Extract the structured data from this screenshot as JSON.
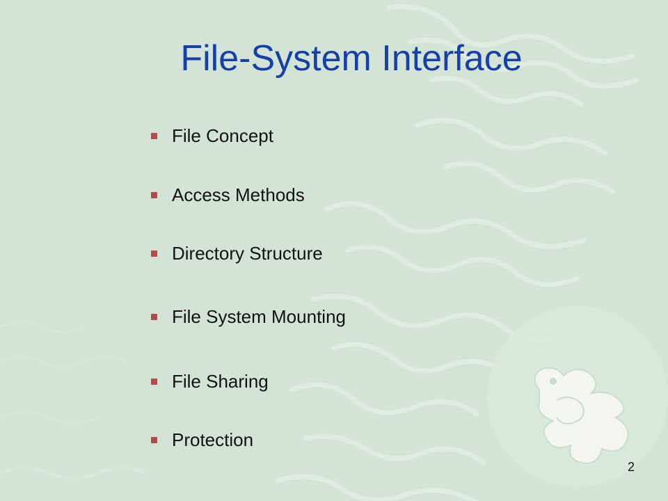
{
  "slide": {
    "title": "File-System Interface",
    "page_number": "2",
    "bullets": [
      "File Concept",
      "Access Methods",
      "Directory Structure",
      "File System Mounting",
      "File Sharing",
      "Protection"
    ]
  },
  "colors": {
    "background": "#d3e4d6",
    "title": "#1540a8",
    "bullet_marker": "#b54a4a",
    "pattern": "#e1ece3"
  },
  "icons": {
    "bullet_marker": "square-bullet-icon",
    "decoration": "dragon-emblem-icon"
  }
}
